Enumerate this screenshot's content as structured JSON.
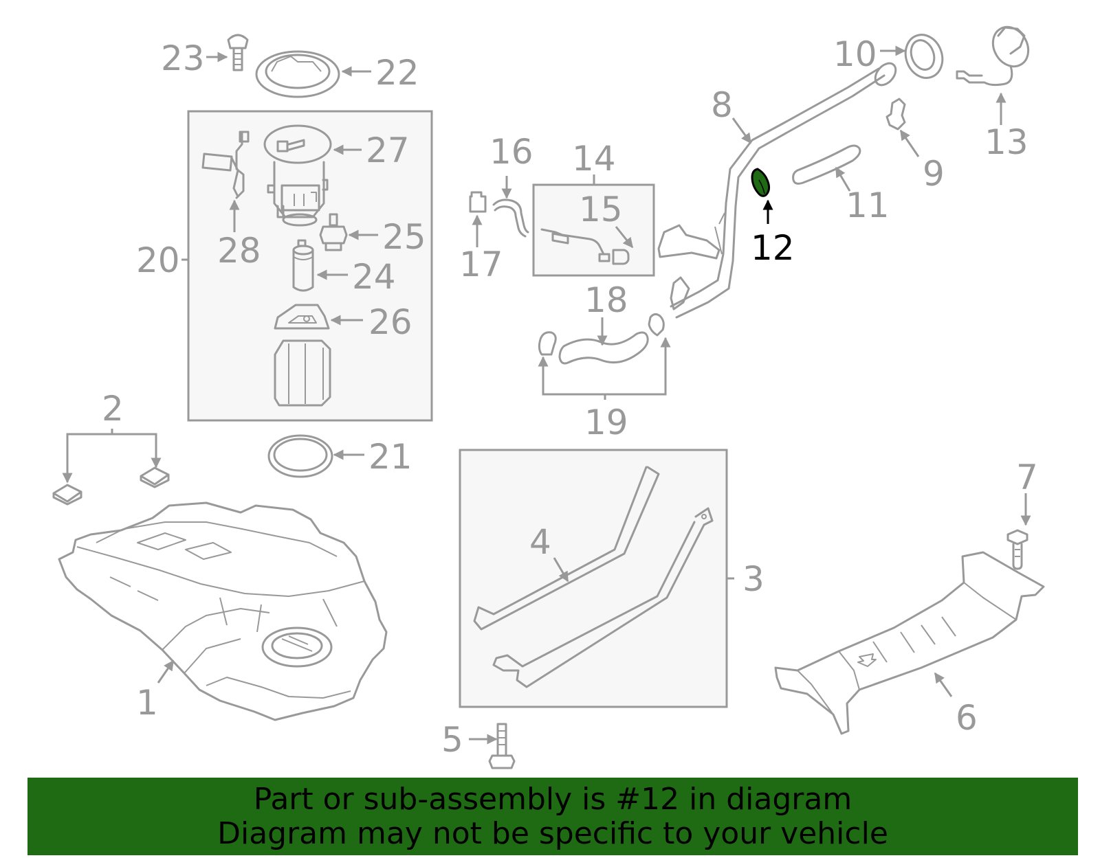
{
  "diagram": {
    "callouts": [
      "1",
      "2",
      "3",
      "4",
      "5",
      "6",
      "7",
      "8",
      "9",
      "10",
      "11",
      "12",
      "13",
      "14",
      "15",
      "16",
      "17",
      "18",
      "19",
      "20",
      "21",
      "22",
      "23",
      "24",
      "25",
      "26",
      "27",
      "28"
    ],
    "highlighted_part": "12",
    "highlight_color": "#1f6b13"
  },
  "banner": {
    "line1": "Part or sub-assembly is #12 in diagram",
    "line2": "Diagram may not be specific to your vehicle",
    "background": "#1f6b13",
    "text_color": "#000000"
  }
}
